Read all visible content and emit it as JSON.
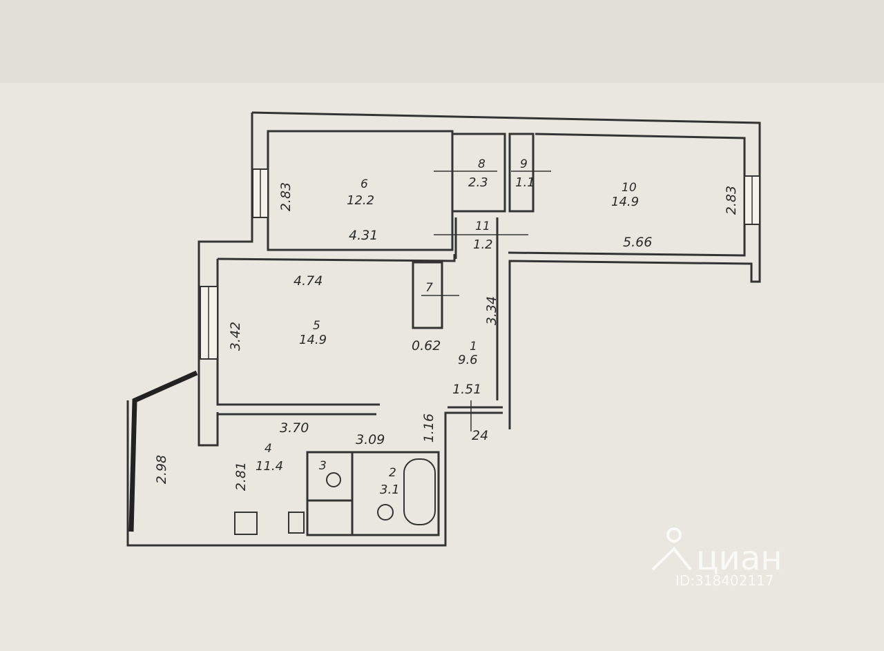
{
  "rooms": [
    {
      "id": "1",
      "area": "9.6"
    },
    {
      "id": "2",
      "area": "3.1"
    },
    {
      "id": "3",
      "area": ""
    },
    {
      "id": "4",
      "area": "11.4"
    },
    {
      "id": "5",
      "area": "14.9"
    },
    {
      "id": "6",
      "area": "12.2"
    },
    {
      "id": "7",
      "area": ""
    },
    {
      "id": "8",
      "area": "2.3"
    },
    {
      "id": "9",
      "area": "1.1"
    },
    {
      "id": "10",
      "area": "14.9"
    },
    {
      "id": "11",
      "area": "1.2"
    }
  ],
  "dimensions": {
    "room6_height": "2.83",
    "room6_width": "4.31",
    "room10_height": "2.83",
    "room10_width": "5.66",
    "room5_width": "4.74",
    "room5_height": "3.42",
    "closet_width": "0.62",
    "hall_length": "3.34",
    "hall_width": "1.51",
    "kitchen_width": "3.70",
    "kitchen_height": "2.81",
    "balcony_length": "2.98",
    "bath_width": "3.09",
    "hall_depth": "1.16",
    "section_mark": "24"
  },
  "watermark": {
    "brand": "циан",
    "id": "ID:318402117"
  }
}
